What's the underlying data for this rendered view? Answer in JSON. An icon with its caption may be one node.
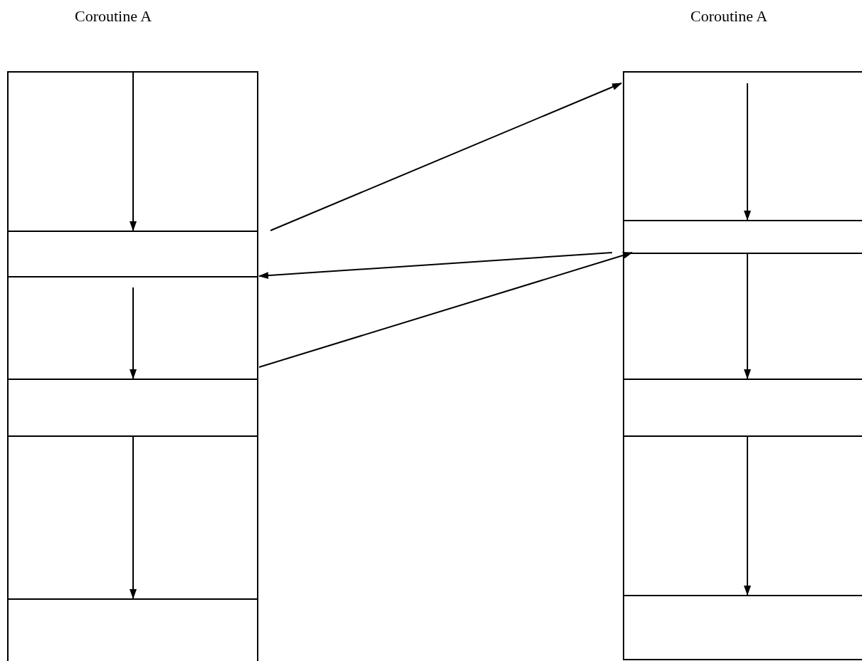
{
  "diagram": {
    "nodes": [
      {
        "text": [
          "Coroutine A"
        ]
      },
      {
        "text": [],
        "shape": "box",
        "in": 0
      },
      {
        "text": [],
        "shape": "box",
        "in": 0
      },
      {
        "text": [],
        "shape": "box",
        "in": 0
      },
      {
        "text": [],
        "shape": "box",
        "in": 0
      },
      {
        "text": [],
        "shape": "box",
        "in": 0
      },
      {
        "text": [],
        "shape": "box",
        "in": 0
      },
      {
        "text": [
          "Coroutine A"
        ]
      },
      {
        "text": [],
        "shape": "box",
        "in": 7
      },
      {
        "text": [],
        "shape": "box",
        "in": 7
      },
      {
        "text": [],
        "shape": "box",
        "in": 7
      },
      {
        "text": [],
        "shape": "box",
        "in": 7
      },
      {
        "text": [],
        "shape": "box",
        "in": 7
      },
      {
        "text": [],
        "shape": "box",
        "in": 7
      }
    ],
    "edges": [
      {
        "from": 1,
        "to": 2,
        "arrow": "to"
      },
      {
        "from": 3,
        "to": 4,
        "arrow": "to"
      },
      {
        "from": 5,
        "to": 6,
        "arrow": "to"
      },
      {
        "from": 8,
        "to": 9,
        "arrow": "to"
      },
      {
        "from": 10,
        "to": 11,
        "arrow": "to"
      },
      {
        "from": 12,
        "to": 13,
        "arrow": "to"
      },
      {
        "from": 2,
        "to": 8,
        "arrow": "to"
      },
      {
        "from": 9,
        "to": 3,
        "arrow": "to"
      },
      {
        "from": 3,
        "to": 10,
        "arrow": "to"
      }
    ]
  }
}
